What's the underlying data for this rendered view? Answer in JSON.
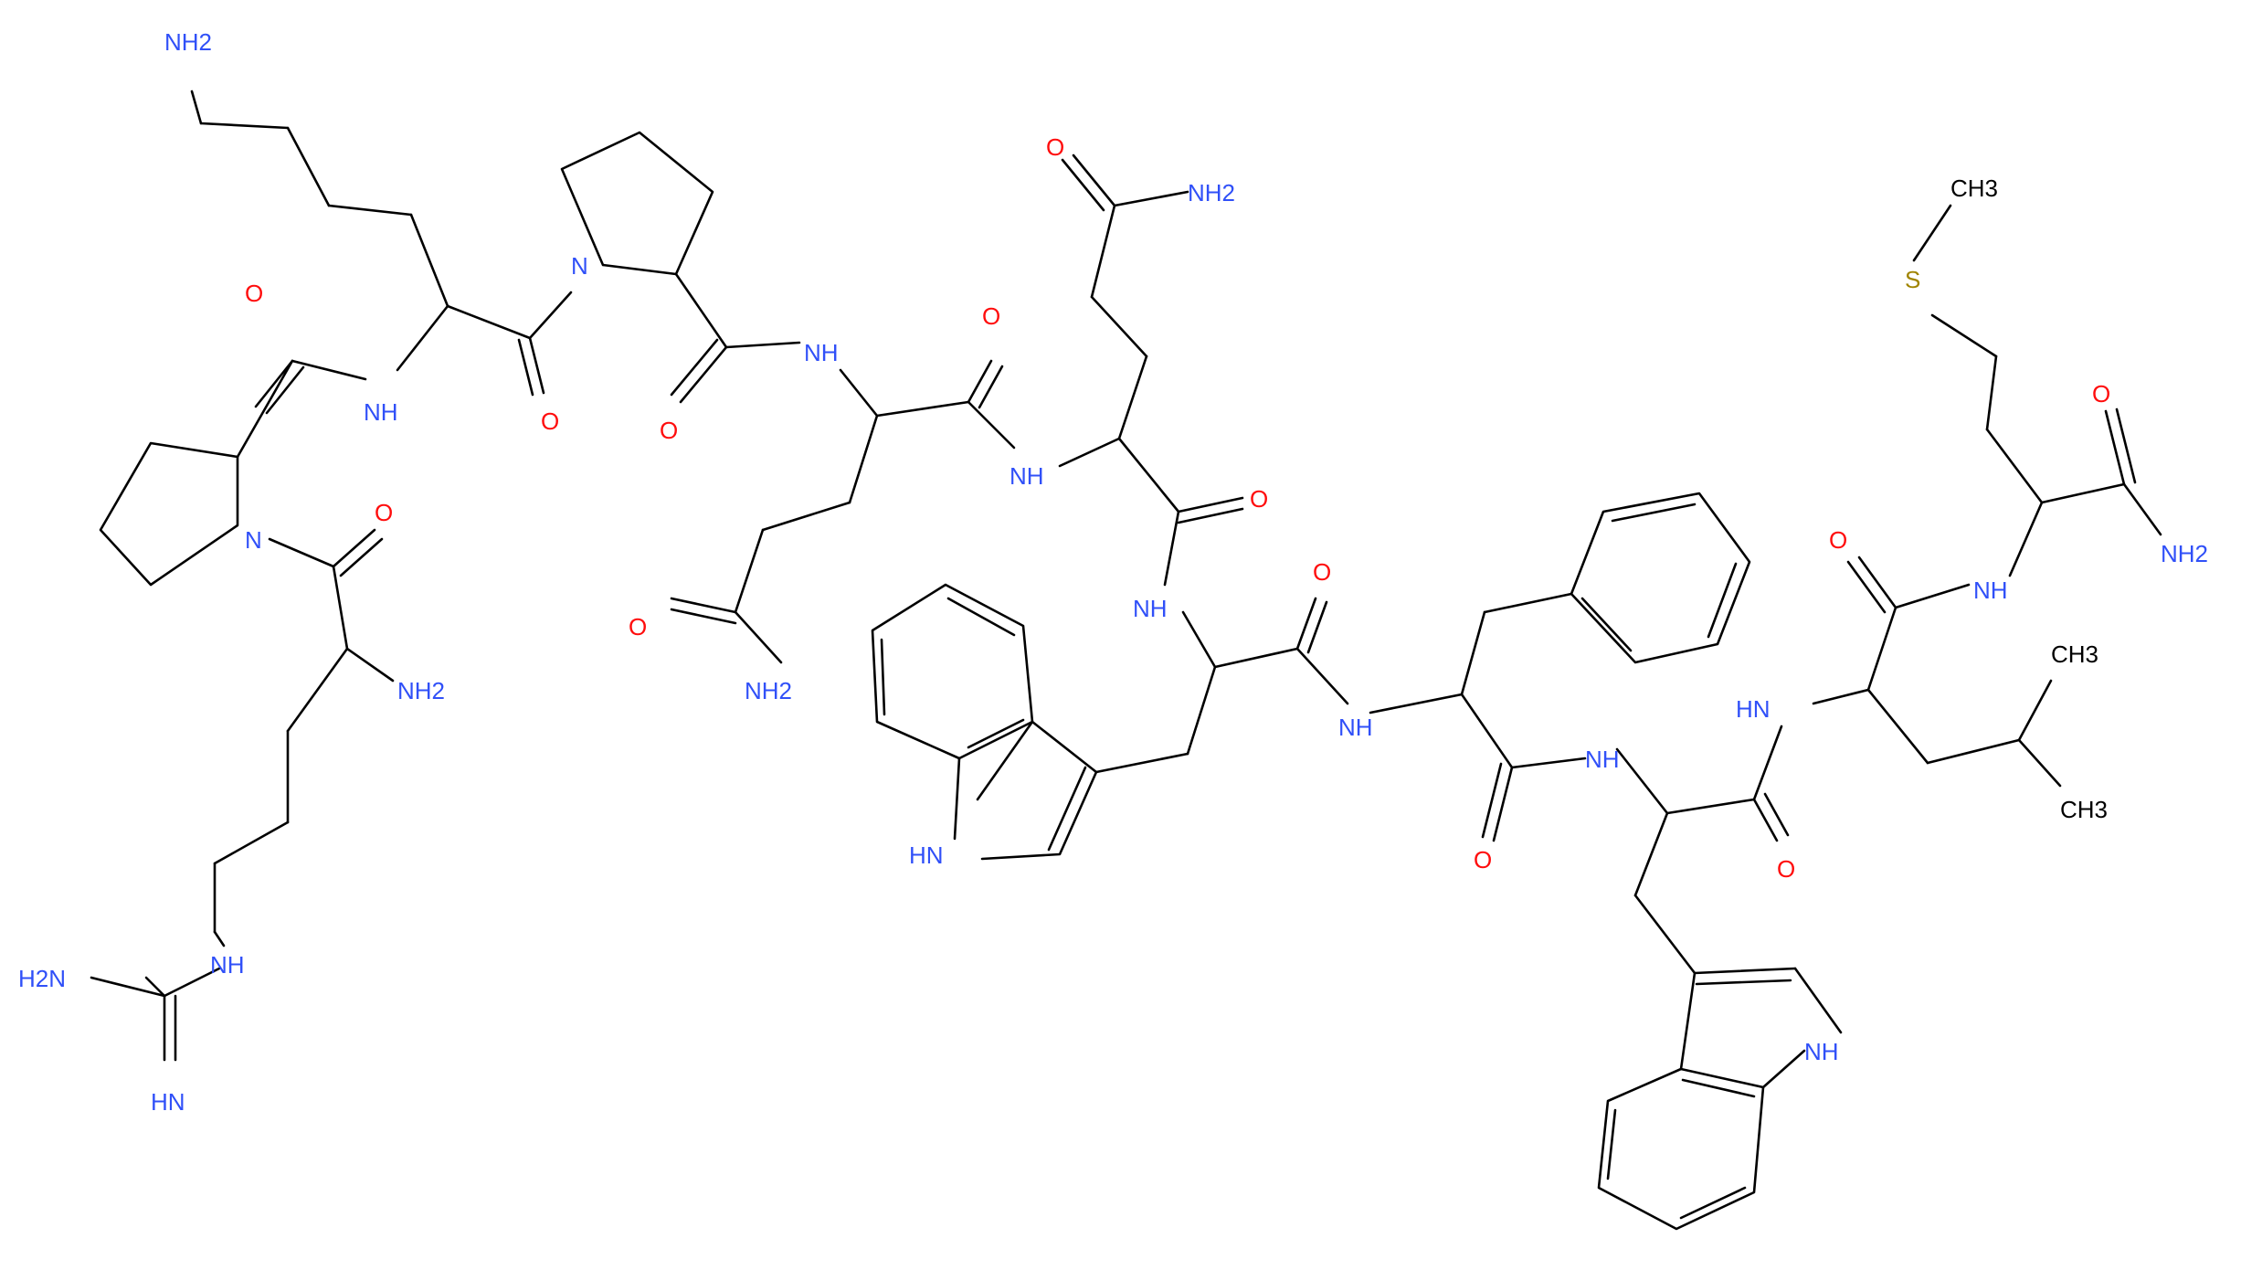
{
  "diagram": {
    "type": "skeletal-structure",
    "subject": "peptide chain",
    "atom_colors": {
      "N": "#3050F8",
      "O": "#FF0D0D",
      "S": "#A08400",
      "C": "#000000"
    }
  },
  "labels": {
    "nh2_lys": "NH2",
    "n_pro1": "N",
    "n_pro2": "N",
    "o_pro1": "O",
    "o_arg": "O",
    "nh2_arg_alpha": "NH2",
    "nh_lys": "NH",
    "o_lys": "O",
    "o_pro2": "O",
    "nh_gln1": "NH",
    "o_gln1": "O",
    "nh2_gln1_side": "NH2",
    "o_gln1_side": "O",
    "nh_gln2": "NH",
    "o_gln2_side": "O",
    "nh2_gln2_side": "NH2",
    "o_gln2": "O",
    "nh_trp1": "NH",
    "o_trp1": "O",
    "hn_indole1": "HN",
    "nh_phe": "NH",
    "o_phe": "O",
    "nh_trp2": "NH",
    "o_trp2": "O",
    "nh_indole2": "NH",
    "hn_leu": "HN",
    "o_leu": "O",
    "ch3_leu1": "CH3",
    "ch3_leu2": "CH3",
    "nh_met": "NH",
    "o_met": "O",
    "nh2_met": "NH2",
    "s_met": "S",
    "ch3_met": "CH3",
    "nh_guan": "NH",
    "h2n_guan": "H2N",
    "hn_guan_imine": "HN"
  }
}
